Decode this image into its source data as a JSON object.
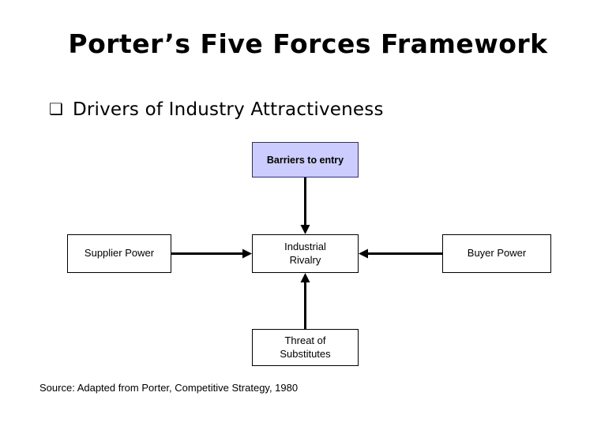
{
  "slide": {
    "title": "Porter’s Five Forces Framework",
    "bullet": {
      "glyph": "❑",
      "glyph_name": "hollow-square-bullet",
      "text": "Drivers of Industry Attractiveness"
    },
    "source_note": "Source: Adapted from Porter, Competitive Strategy, 1980"
  },
  "diagram": {
    "type": "flow-diagram",
    "center_node": "Industrial Rivalry",
    "nodes": [
      {
        "id": "barriers",
        "label": "Barriers to entry",
        "lines": [
          "Barriers to entry"
        ],
        "fill": "#CCCCFF",
        "border": "#333355",
        "bold": true,
        "position": "top"
      },
      {
        "id": "supplier",
        "label": "Supplier Power",
        "lines": [
          "Supplier Power"
        ],
        "fill": "#FFFFFF",
        "border": "#000000",
        "bold": false,
        "position": "left"
      },
      {
        "id": "rivalry",
        "label": "Industrial Rivalry",
        "lines": [
          "Industrial",
          "Rivalry"
        ],
        "fill": "#FFFFFF",
        "border": "#000000",
        "bold": false,
        "position": "center"
      },
      {
        "id": "buyer",
        "label": "Buyer Power",
        "lines": [
          "Buyer Power"
        ],
        "fill": "#FFFFFF",
        "border": "#000000",
        "bold": false,
        "position": "right"
      },
      {
        "id": "substitutes",
        "label": "Threat of Substitutes",
        "lines": [
          "Threat of",
          "Substitutes"
        ],
        "fill": "#FFFFFF",
        "border": "#000000",
        "bold": false,
        "position": "bottom"
      }
    ],
    "arrows": [
      {
        "id": "barriers-to-rivalry",
        "from": "barriers",
        "to": "rivalry",
        "direction": "down"
      },
      {
        "id": "supplier-to-rivalry",
        "from": "supplier",
        "to": "rivalry",
        "direction": "right"
      },
      {
        "id": "buyer-to-rivalry",
        "from": "buyer",
        "to": "rivalry",
        "direction": "left"
      },
      {
        "id": "substitutes-to-rivalry",
        "from": "substitutes",
        "to": "rivalry",
        "direction": "up"
      }
    ]
  },
  "labels": {
    "barriers_line1": "Barriers to entry",
    "supplier_line1": "Supplier Power",
    "rivalry_line1": "Industrial",
    "rivalry_line2": "Rivalry",
    "buyer_line1": "Buyer Power",
    "substitutes_line1": "Threat of",
    "substitutes_line2": "Substitutes"
  }
}
